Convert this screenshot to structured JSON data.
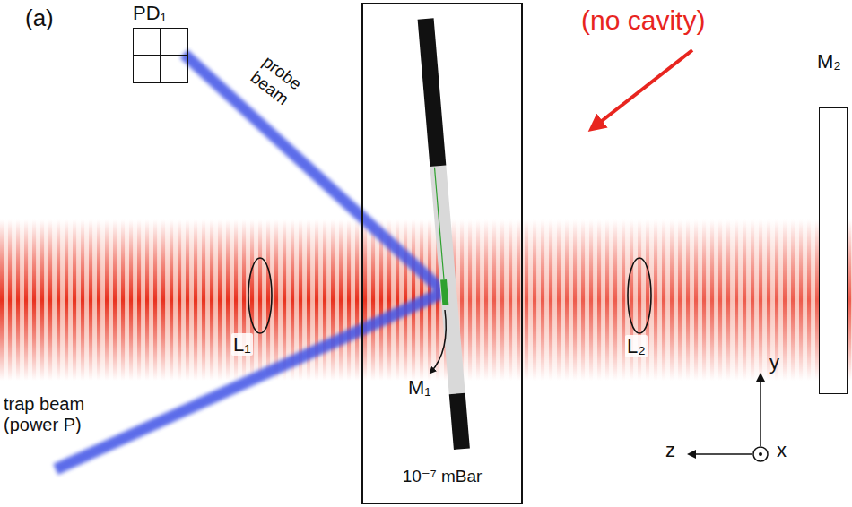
{
  "diagram": {
    "nodes": [
      {
        "text": [
          "10⁻⁷ mBar"
        ]
      },
      {
        "text": [
          "PD₁"
        ]
      },
      {
        "text": [
          "M₂"
        ]
      }
    ],
    "labels": [
      "(a)",
      "(no cavity)",
      "probe beam",
      "trap beam (power P)",
      "L₁",
      "L₂",
      "M₁",
      "y",
      "z",
      "x"
    ]
  }
}
